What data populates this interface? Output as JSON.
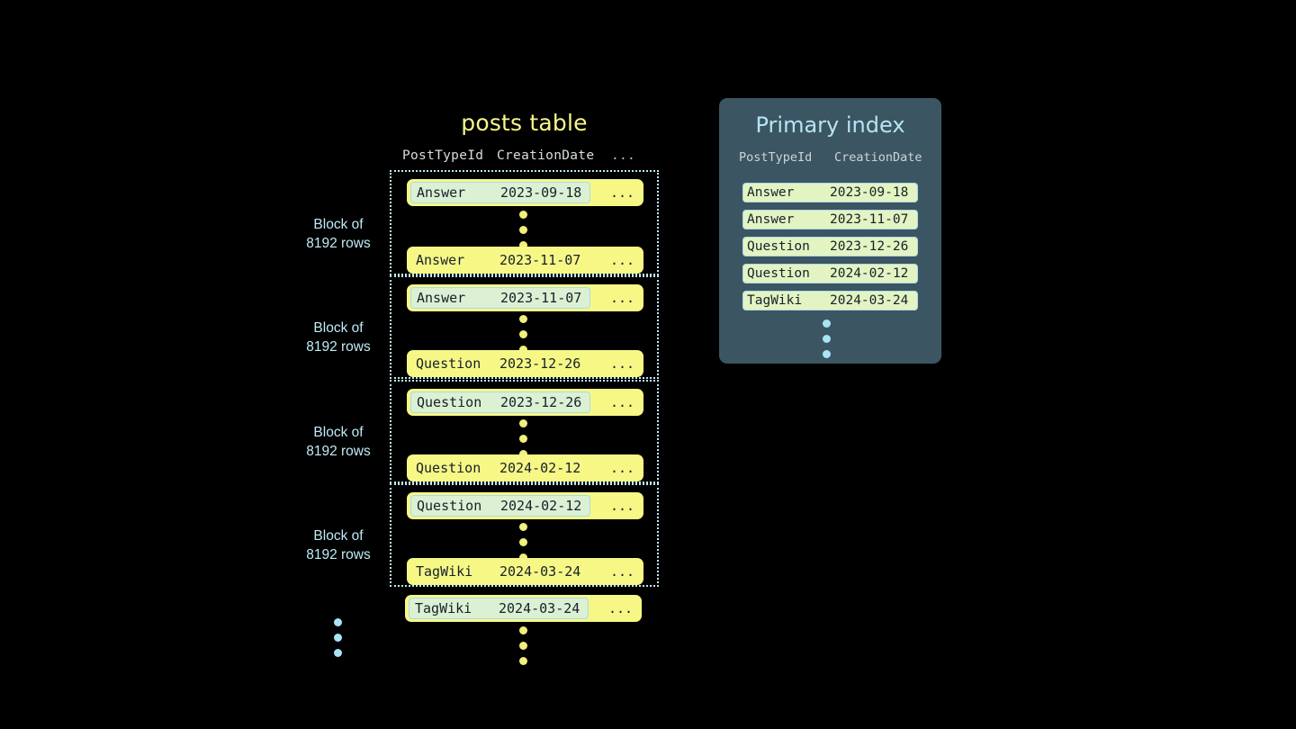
{
  "posts_table": {
    "title": "posts table",
    "columns": [
      "PostTypeId",
      "CreationDate",
      "..."
    ],
    "row_ellipsis": "...",
    "blocks": [
      {
        "label_line1": "Block of",
        "label_line2": "8192 rows",
        "first_row": {
          "post_type": "Answer",
          "creation_date": "2023-09-18",
          "highlighted": true
        },
        "last_row": {
          "post_type": "Answer",
          "creation_date": "2023-11-07",
          "highlighted": false
        }
      },
      {
        "label_line1": "Block of",
        "label_line2": "8192 rows",
        "first_row": {
          "post_type": "Answer",
          "creation_date": "2023-11-07",
          "highlighted": true
        },
        "last_row": {
          "post_type": "Question",
          "creation_date": "2023-12-26",
          "highlighted": false
        }
      },
      {
        "label_line1": "Block of",
        "label_line2": "8192 rows",
        "first_row": {
          "post_type": "Question",
          "creation_date": "2023-12-26",
          "highlighted": true
        },
        "last_row": {
          "post_type": "Question",
          "creation_date": "2024-02-12",
          "highlighted": false
        }
      },
      {
        "label_line1": "Block of",
        "label_line2": "8192 rows",
        "first_row": {
          "post_type": "Question",
          "creation_date": "2024-02-12",
          "highlighted": true
        },
        "last_row": {
          "post_type": "TagWiki",
          "creation_date": "2024-03-24",
          "highlighted": false
        }
      }
    ],
    "trailing_row": {
      "post_type": "TagWiki",
      "creation_date": "2024-03-24",
      "highlighted": true
    }
  },
  "primary_index": {
    "title": "Primary index",
    "columns": [
      "PostTypeId",
      "CreationDate"
    ],
    "entries": [
      {
        "post_type": "Answer",
        "creation_date": "2023-09-18"
      },
      {
        "post_type": "Answer",
        "creation_date": "2023-11-07"
      },
      {
        "post_type": "Question",
        "creation_date": "2023-12-26"
      },
      {
        "post_type": "Question",
        "creation_date": "2024-02-12"
      },
      {
        "post_type": "TagWiki",
        "creation_date": "2024-03-24"
      }
    ]
  },
  "colors": {
    "background": "#000000",
    "row_yellow": "#f7f786",
    "highlight_mint": "#dcf0d4",
    "highlight_border": "#a9dbe8",
    "block_border": "#bfe8f5",
    "title_yellow": "#f7f78a",
    "panel_slate": "#3c5563",
    "panel_title_cyan": "#b6e4f3",
    "index_row_green": "#e3f3c2",
    "label_cyan": "#bfeaf7",
    "dot_yellow": "#f2ef7b",
    "dot_cyan": "#a9e4f5"
  }
}
